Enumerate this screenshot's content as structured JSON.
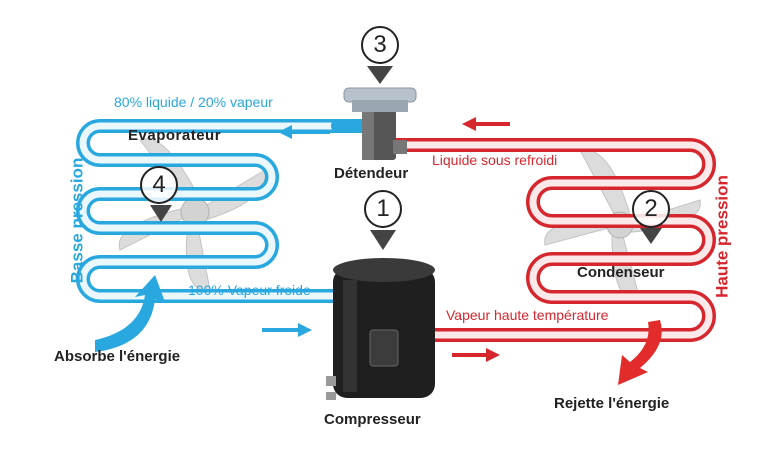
{
  "colors": {
    "low_pressure": "#29a8e0",
    "high_pressure": "#d6272e",
    "compressor": "#1f1f1f"
  },
  "labels": {
    "evaporator_mix": "80% liquide / 20% vapeur",
    "evaporator": "Evaporateur",
    "expansion_valve": "Détendeur",
    "subcooled_liquid": "Liquide sous refroidi",
    "low_pressure": "Basse pression",
    "high_pressure": "Haute pression",
    "cold_vapour": "100% Vapeur froide",
    "absorb_energy": "Absorbe l'énergie",
    "compressor": "Compresseur",
    "hot_vapour": "Vapeur haute température",
    "condenser": "Condenseur",
    "reject_energy": "Rejette l'énergie"
  },
  "steps": [
    "1",
    "2",
    "3",
    "4"
  ]
}
